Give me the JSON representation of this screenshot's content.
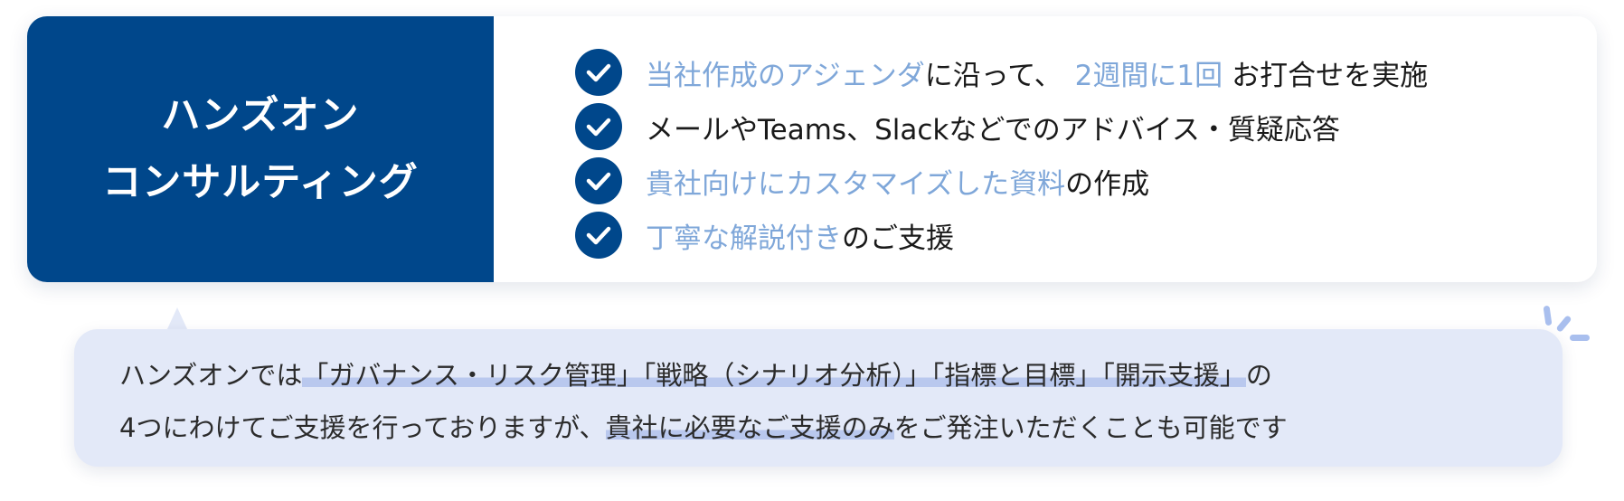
{
  "card": {
    "label_line1": "ハンズオン",
    "label_line2": "コンサルティング",
    "features": [
      {
        "highlight": "当社作成のアジェンダ",
        "rest": "に沿って、",
        "highlight2": "2週間に1回",
        "tail": "お打合せを実施"
      },
      {
        "highlight": "",
        "rest": "メールやTeams、Slackなどでのアドバイス・質疑応答"
      },
      {
        "highlight": "貴社向けにカスタマイズした資料",
        "rest": "の作成"
      },
      {
        "highlight": "丁寧な解説付き",
        "rest": "のご支援"
      }
    ]
  },
  "bubble": {
    "line1_lead": "ハンズオンでは",
    "line1_marked": "「ガバナンス・リスク管理」「戦略（シナリオ分析）」「指標と目標」「開示支援」",
    "line1_tail": "の",
    "line2_lead": "4つにわけてご支援を行っておりますが、",
    "line2_marked": "貴社に必要なご支援のみ",
    "line2_tail": "をご発注いただくことも可能です"
  },
  "colors": {
    "primary": "#00478b",
    "highlight_text": "#7fa7d9",
    "bubble_bg": "#e3e9f8",
    "marker": "#b9c8ee"
  },
  "icons": {
    "check": "check-circle-icon",
    "sparkle": "sparkle-icon"
  }
}
